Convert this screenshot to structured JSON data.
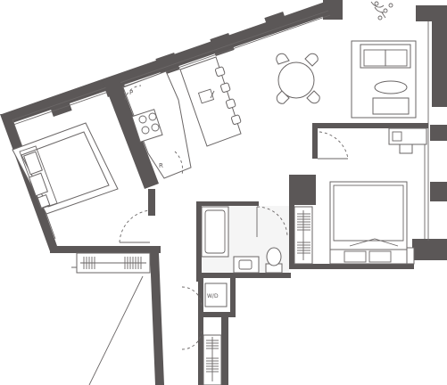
{
  "labels": {
    "pantry": "P",
    "refrigerator": "R",
    "washer_dryer": "W/D"
  },
  "colors": {
    "wall": "#5b5757",
    "line": "#6a6666",
    "background": "#ffffff",
    "bath_floor": "#f5f5f5"
  }
}
